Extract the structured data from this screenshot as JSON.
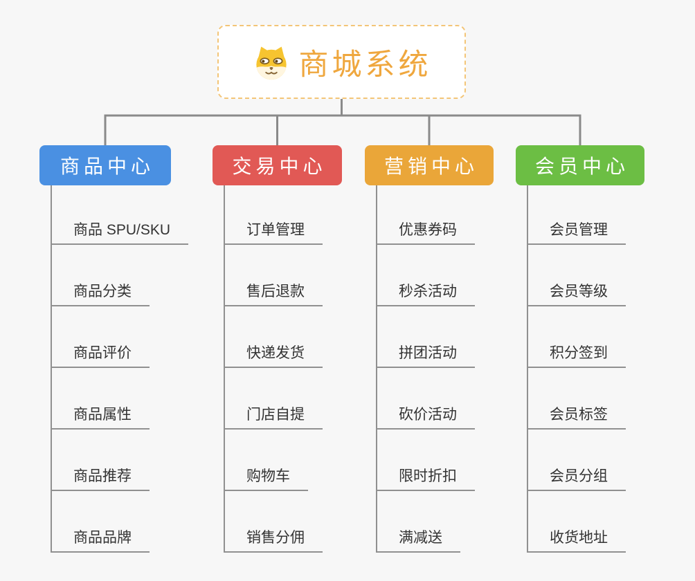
{
  "root": {
    "title": "商城系统",
    "title_color": "#efa73e",
    "border_color": "#f3c577",
    "icon": "dog-icon"
  },
  "colors": {
    "background": "#f7f7f7",
    "tree_line": "#8a8a8a",
    "item_line": "#909090",
    "item_text": "#333333"
  },
  "branches": [
    {
      "key": "product-center",
      "label": "商品中心",
      "color": "#4a90e2",
      "items": [
        "商品 SPU/SKU",
        "商品分类",
        "商品评价",
        "商品属性",
        "商品推荐",
        "商品品牌"
      ]
    },
    {
      "key": "trade-center",
      "label": "交易中心",
      "color": "#e15955",
      "items": [
        "订单管理",
        "售后退款",
        "快递发货",
        "门店自提",
        "购物车",
        "销售分佣"
      ]
    },
    {
      "key": "marketing-center",
      "label": "营销中心",
      "color": "#eaa639",
      "items": [
        "优惠券码",
        "秒杀活动",
        "拼团活动",
        "砍价活动",
        "限时折扣",
        "满减送"
      ]
    },
    {
      "key": "member-center",
      "label": "会员中心",
      "color": "#6cbe44",
      "items": [
        "会员管理",
        "会员等级",
        "积分签到",
        "会员标签",
        "会员分组",
        "收货地址"
      ]
    }
  ]
}
